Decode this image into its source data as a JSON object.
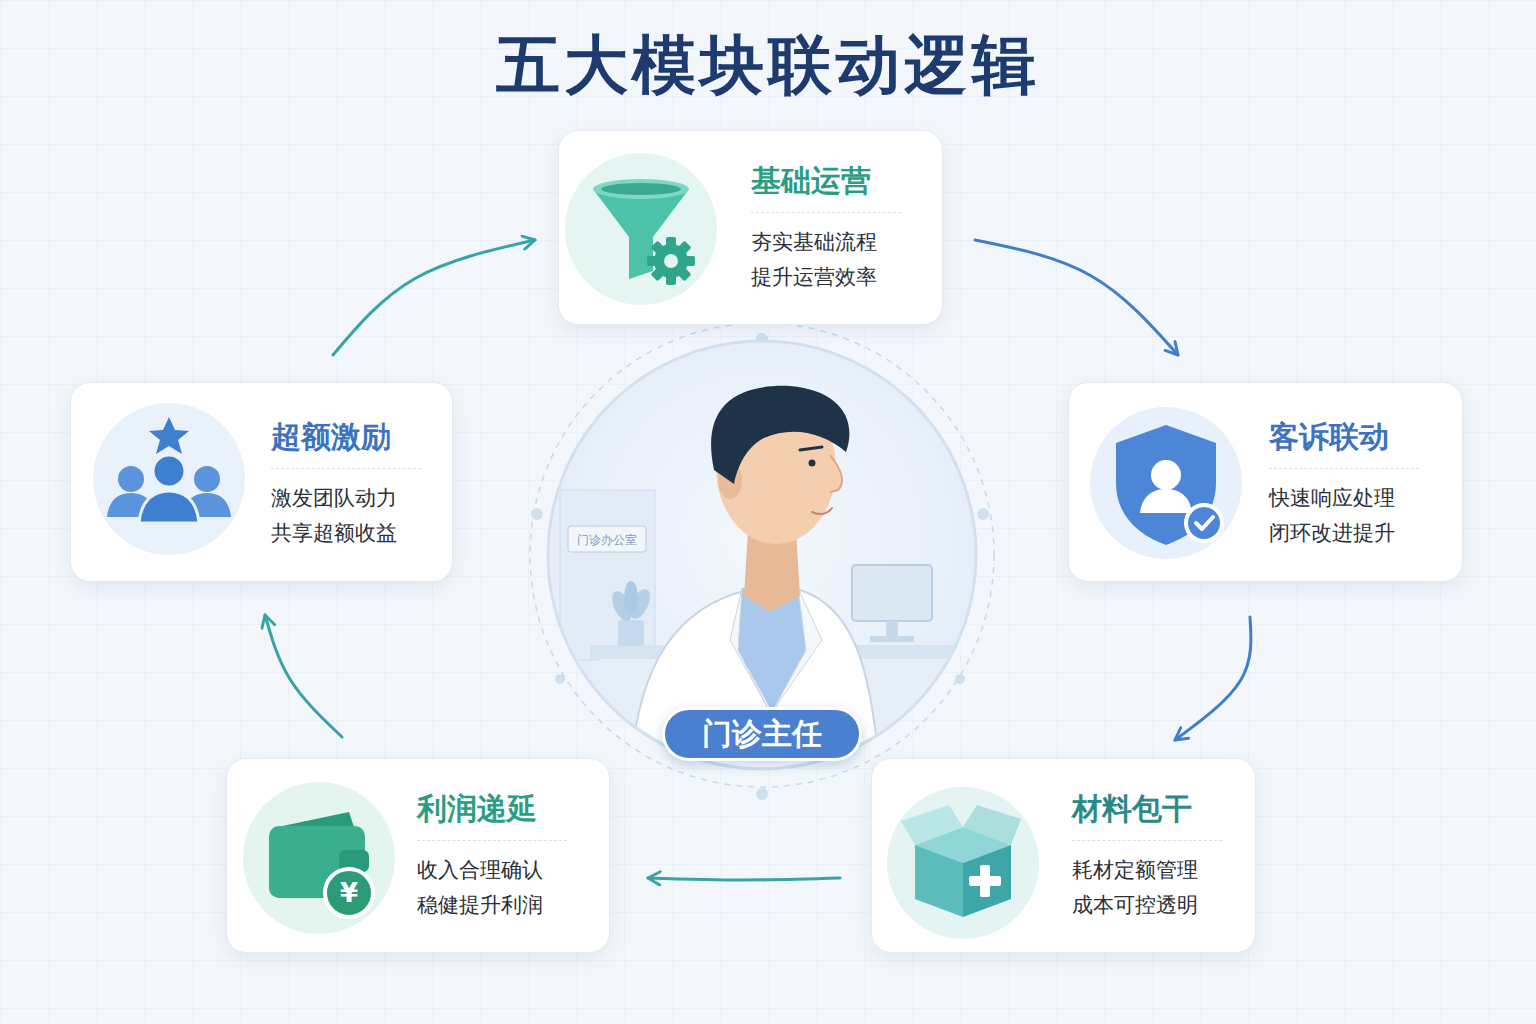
{
  "diagram": {
    "title": "五大模块联动逻辑",
    "nodes": [
      {
        "text": [
          "基础运营",
          "夯实基础流程 提升运营效率"
        ]
      },
      {
        "text": [
          "客诉联动",
          "快速响应处理 闭环改进提升"
        ]
      },
      {
        "text": [
          "材料包干",
          "耗材定额管理 成本可控透明"
        ]
      },
      {
        "text": [
          "利润递延",
          "收入合理确认 稳健提升利润"
        ]
      },
      {
        "text": [
          "超额激励",
          "激发团队动力 共享超额收益"
        ]
      },
      {
        "text": [
          "门诊主任"
        ]
      }
    ],
    "edges": [
      {
        "from": 0,
        "to": 1,
        "arrow": "to"
      },
      {
        "from": 1,
        "to": 2,
        "arrow": "to"
      },
      {
        "from": 2,
        "to": 3,
        "arrow": "to"
      },
      {
        "from": 3,
        "to": 4,
        "arrow": "to"
      },
      {
        "from": 4,
        "to": 0,
        "arrow": "to"
      }
    ],
    "labels": [
      "门诊办公室",
      "¥"
    ]
  }
}
